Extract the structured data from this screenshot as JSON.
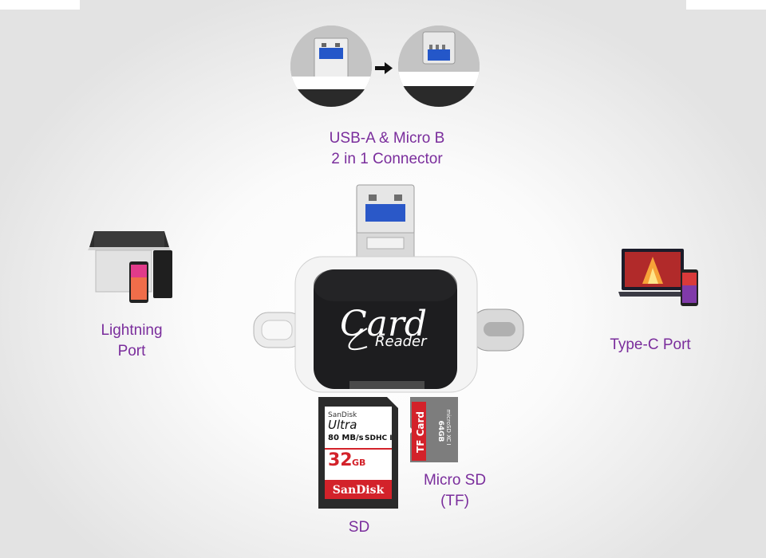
{
  "labels": {
    "connector_line1": "USB-A & Micro B",
    "connector_line2": "2 in 1 Connector",
    "lightning_line1": "Lightning",
    "lightning_line2": "Port",
    "typec": "Type-C Port",
    "microsd_line1": "Micro SD",
    "microsd_line2": "(TF)",
    "sd": "SD"
  },
  "reader": {
    "brand_big": "Card",
    "brand_small": "Reader"
  },
  "sd_card": {
    "brand_small": "SanDisk",
    "model": "Ultra",
    "speed": "80 MB/s",
    "class_mark": "SDHC I",
    "capacity": "32",
    "unit": "GB",
    "logo": "SanDisk"
  },
  "tf_card": {
    "label": "TF Card",
    "capacity": "64GB",
    "type": "microSD XC I"
  },
  "colors": {
    "label_purple": "#7a2d9c",
    "sd_red": "#d3222a",
    "reader_black": "#1d1d1f"
  }
}
